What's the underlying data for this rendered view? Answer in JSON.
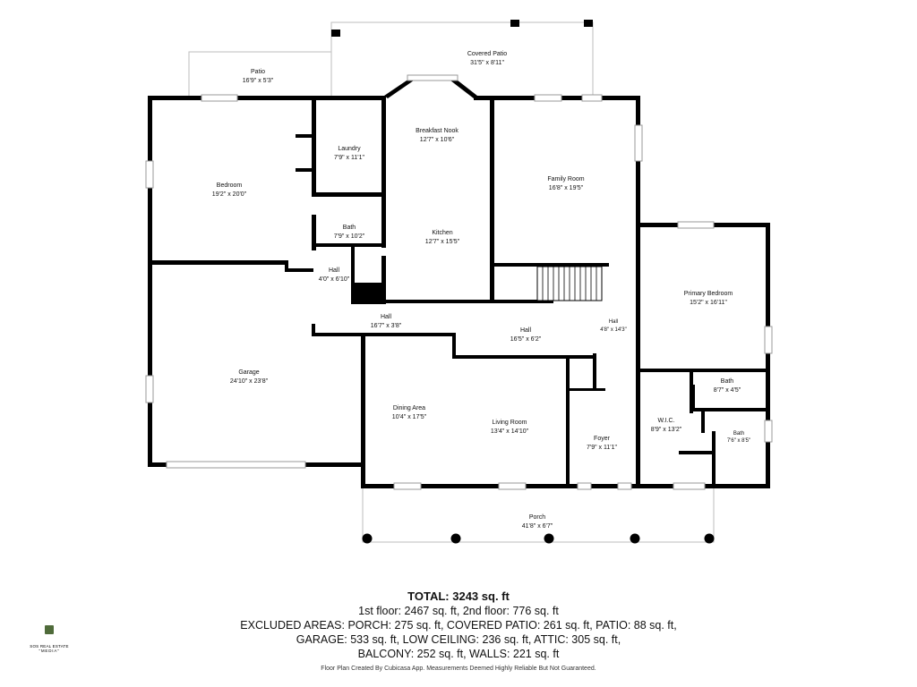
{
  "rooms": [
    {
      "id": "covered-patio",
      "name": "Covered Patio",
      "dims": "31'5\" x 8'11\""
    },
    {
      "id": "patio",
      "name": "Patio",
      "dims": "16'9\" x 5'3\""
    },
    {
      "id": "bedroom",
      "name": "Bedroom",
      "dims": "19'2\" x 20'0\""
    },
    {
      "id": "laundry",
      "name": "Laundry",
      "dims": "7'9\" x 11'1\""
    },
    {
      "id": "breakfast-nook",
      "name": "Breakfast Nook",
      "dims": "12'7\" x 10'6\""
    },
    {
      "id": "family-room",
      "name": "Family Room",
      "dims": "16'8\" x 19'5\""
    },
    {
      "id": "bath-1",
      "name": "Bath",
      "dims": "7'9\" x 10'2\""
    },
    {
      "id": "kitchen",
      "name": "Kitchen",
      "dims": "12'7\" x 15'5\""
    },
    {
      "id": "hall-1",
      "name": "Hall",
      "dims": "4'0\" x 6'10\""
    },
    {
      "id": "primary-bedroom",
      "name": "Primary Bedroom",
      "dims": "15'2\" x 16'11\""
    },
    {
      "id": "hall-2",
      "name": "Hall",
      "dims": "16'7\" x 3'8\""
    },
    {
      "id": "hall-3",
      "name": "Hall",
      "dims": "16'5\" x 6'2\""
    },
    {
      "id": "hall-4",
      "name": "Hall",
      "dims": "4'8\" x 14'3\""
    },
    {
      "id": "garage",
      "name": "Garage",
      "dims": "24'10\" x 23'8\""
    },
    {
      "id": "bath-2",
      "name": "Bath",
      "dims": "8'7\" x 4'5\""
    },
    {
      "id": "dining-area",
      "name": "Dining Area",
      "dims": "10'4\" x 17'5\""
    },
    {
      "id": "living-room",
      "name": "Living Room",
      "dims": "13'4\" x 14'10\""
    },
    {
      "id": "wic",
      "name": "W.I.C.",
      "dims": "8'9\" x 13'2\""
    },
    {
      "id": "foyer",
      "name": "Foyer",
      "dims": "7'9\" x 11'1\""
    },
    {
      "id": "bath-3",
      "name": "Bath",
      "dims": "7'6\" x 8'5\""
    },
    {
      "id": "porch",
      "name": "Porch",
      "dims": "41'8\" x 6'7\""
    }
  ],
  "summary": {
    "total": "TOTAL: 3243 sq. ft",
    "floors": "1st floor: 2467 sq. ft, 2nd floor: 776 sq. ft",
    "excluded_1": "EXCLUDED AREAS: PORCH: 275 sq. ft, COVERED PATIO: 261 sq. ft, PATIO: 88 sq. ft,",
    "excluded_2": "GARAGE: 533 sq. ft, LOW CEILING: 236 sq. ft, ATTIC: 305 sq. ft,",
    "excluded_3": "BALCONY: 252 sq. ft, WALLS: 221 sq. ft",
    "disclaimer": "Floor Plan Created By Cubicasa App. Measurements Deemed Highly Reliable But Not Guaranteed."
  },
  "logo": {
    "line1": "SOS REAL ESTATE",
    "line2": "\"MEDIA\""
  }
}
